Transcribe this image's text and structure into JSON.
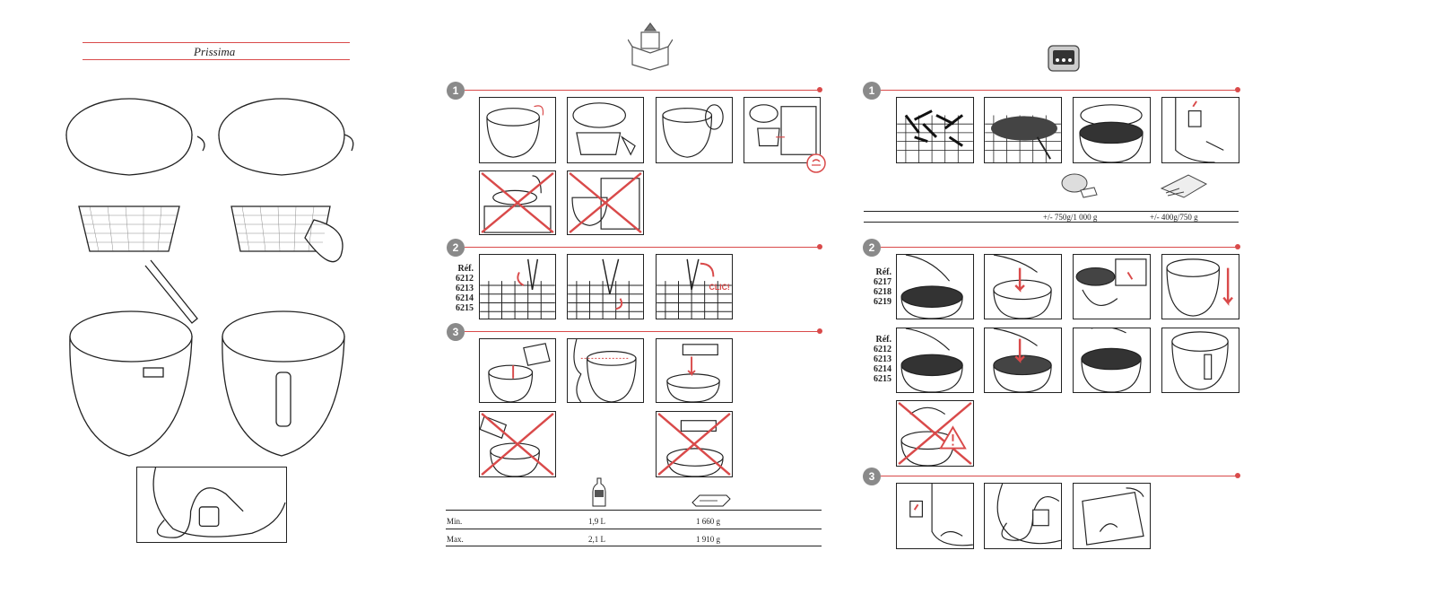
{
  "left_page": {
    "title": "Prissima",
    "colors": {
      "accent": "#d94a4a",
      "line": "#222222"
    }
  },
  "middle_page": {
    "header_icon": "unpack-box-icon",
    "step1": {
      "number": "1"
    },
    "step2": {
      "number": "2",
      "ref_label": "Réf.",
      "refs": [
        "6212",
        "6213",
        "6214",
        "6215"
      ],
      "clic_label": "CLIC!"
    },
    "step3": {
      "number": "3"
    },
    "table": {
      "rows": [
        {
          "label": "Min.",
          "oil": "1,9 L",
          "fat": "1 660 g"
        },
        {
          "label": "Max.",
          "oil": "2,1 L",
          "fat": "1 910 g"
        }
      ]
    }
  },
  "right_page": {
    "header_icon": "control-panel-icon",
    "step1": {
      "number": "1",
      "qty_fresh": "+/- 750g/1 000 g",
      "qty_frozen": "+/- 400g/750 g"
    },
    "step2": {
      "number": "2",
      "group_a": {
        "ref_label": "Réf.",
        "refs": [
          "6217",
          "6218",
          "6219"
        ]
      },
      "group_b": {
        "ref_label": "Réf.",
        "refs": [
          "6212",
          "6213",
          "6214",
          "6215"
        ]
      }
    },
    "step3": {
      "number": "3"
    }
  }
}
